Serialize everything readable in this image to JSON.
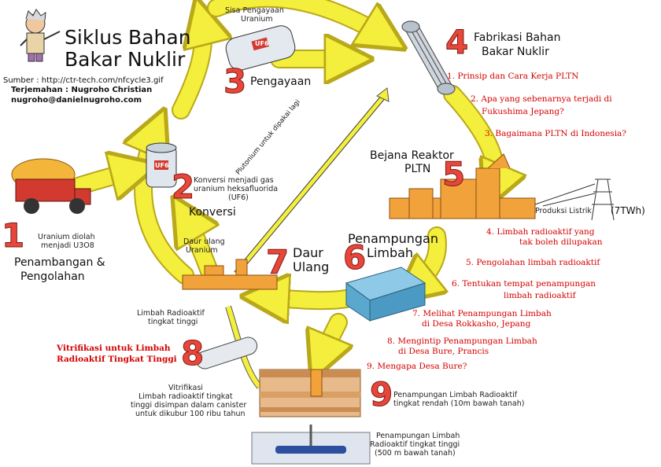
{
  "title_line1": "Siklus Bahan",
  "title_line2": "Bakar Nuklir",
  "source": "Sumber : http://ctr-tech.com/nfcycle3.gif",
  "translator": "Terjemahan : Nugroho Christian",
  "email": "nugroho@danielnugroho.com",
  "stages": {
    "s1": {
      "number": "1",
      "name_line1": "Penambangan &",
      "name_line2": "Pengolahan",
      "note_line1": "Uranium diolah",
      "note_line2": "menjadi U3O8"
    },
    "s2": {
      "number": "2",
      "name": "Konversi",
      "note_line1": "Konversi menjadi gas",
      "note_line2": "uranium heksafluorida",
      "note_line3": "(UF6)"
    },
    "s3": {
      "number": "3",
      "name": "Pengayaan",
      "note_line1": "Sisa Pengayaan",
      "note_line2": "Uranium"
    },
    "s4": {
      "number": "4",
      "name_line1": "Fabrikasi Bahan",
      "name_line2": "Bakar Nuklir"
    },
    "s5": {
      "number": "5",
      "name_line1": "Bejana Reaktor",
      "name_line2": "PLTN",
      "output_label": "Produksi Listrik",
      "output_unit": "(7TWh)"
    },
    "s6": {
      "number": "6",
      "name_line1": "Penampungan",
      "name_line2": "Limbah"
    },
    "s7": {
      "number": "7",
      "name_line1": "Daur",
      "name_line2": "Ulang",
      "note_line1": "Daur ulang",
      "note_line2": "Uranium",
      "plutonium_label": "Plutonium untuk dipakai lagi"
    },
    "s8": {
      "number": "8",
      "name_line1": "Vitrifikasi untuk Limbah",
      "name_line2": "Radioaktif Tingkat Tinggi",
      "note_line1": "Limbah Radioaktif",
      "note_line2": "tingkat tinggi",
      "desc_line1": "Vitrifikasi",
      "desc_line2": "Limbah radioaktif tingkat",
      "desc_line3": "tinggi disimpan dalam canister",
      "desc_line4": "untuk dikubur 100 ribu tahun"
    },
    "s9": {
      "number": "9",
      "note_line1": "Penampungan Limbah Radioaktif",
      "note_line2": "tingkat rendah (10m bawah tanah)",
      "deep_line1": "Penampungan Limbah",
      "deep_line2": "Radioaktif tingkat tinggi",
      "deep_line3": "(500 m bawah tanah)"
    }
  },
  "canister_labels": {
    "uf6": "UF6",
    "uf6_enriched": "UF6"
  },
  "links": [
    {
      "line1": "1. Prinsip dan Cara Kerja PLTN",
      "line2": ""
    },
    {
      "line1": "2. Apa yang sebenarnya terjadi di",
      "line2": "Fukushima Jepang?"
    },
    {
      "line1": "3. Bagaimana PLTN di Indonesia?",
      "line2": ""
    },
    {
      "line1": "4. Limbah radioaktif yang",
      "line2": "tak boleh dilupakan"
    },
    {
      "line1": "5. Pengolahan limbah radioaktif",
      "line2": ""
    },
    {
      "line1": "6. Tentukan tempat penampungan",
      "line2": "limbah radioaktif"
    },
    {
      "line1": "7. Melihat Penampungan Limbah",
      "line2": "di Desa Rokkasho, Jepang"
    },
    {
      "line1": "8. Mengintip Penampungan Limbah",
      "line2": "di Desa Bure, Prancis"
    },
    {
      "line1": "9. Mengapa Desa Bure?",
      "line2": ""
    }
  ],
  "colors": {
    "arrow": "#f4ee3c",
    "arrow_edge": "#b9a81a",
    "number": "#e8463a",
    "link": "#d40000",
    "building": "#f2a23a"
  }
}
